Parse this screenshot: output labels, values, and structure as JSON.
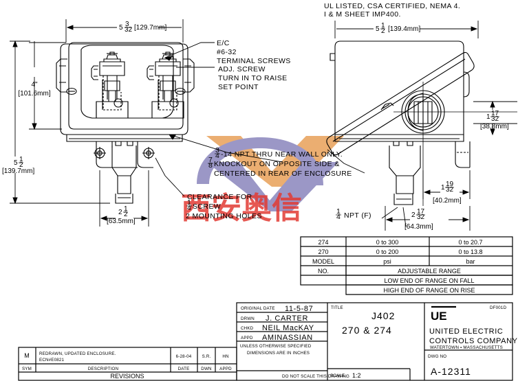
{
  "drawing": {
    "title_main": "J402",
    "title_sub": "270 & 274",
    "dwg_no_label": "DWG NO",
    "dwg_no": "A-12311",
    "form_code": "DF001D",
    "scale_label": "SCALE",
    "scale_value": "1:2",
    "do_not_scale": "DO NOT SCALE THIS DRAWING"
  },
  "company": {
    "logo": "UE",
    "line1": "UNITED ELECTRIC",
    "line2": "CONTROLS COMPANY",
    "line3": "WATERTOWN ▪ MASSACHUSETTS"
  },
  "titleblock": {
    "original_date_label": "ORIGINAL DATE",
    "original_date": "11-5-87",
    "drwn_label": "DRWN",
    "drwn": "J. CARTER",
    "chkd_label": "CHKD",
    "chkd": "NEIL MacKAY",
    "appd_label": "APPD",
    "appd": "AMINASSIAN",
    "title_label": "TITLE",
    "spec_line1": "UNLESS OTHERWISE SPECIFIED",
    "spec_line2": "DIMENSIONS ARE IN INCHES"
  },
  "revisions": {
    "heading": "REVISIONS",
    "columns": [
      "SYM",
      "DESCRIPTION",
      "DATE",
      "DWN",
      "APPD"
    ],
    "rows": [
      {
        "sym": "M",
        "description_line1": "REDRAWN, UPDATED ENCLOSURE.",
        "description_line2": "ECN#E0821",
        "date": "6-28-04",
        "dwn": "S.R.",
        "appd": "HN"
      }
    ]
  },
  "range_table": {
    "rows": [
      {
        "model": "274",
        "psi": "0 to 300",
        "bar": "0 to 20.7"
      },
      {
        "model": "270",
        "psi": "0 to 200",
        "bar": "0 to 13.8"
      }
    ],
    "unit_psi": "psi",
    "unit_bar": "bar",
    "model_label_line1": "MODEL",
    "model_label_line2": "NO.",
    "adjustable_range": "ADJUSTABLE RANGE",
    "note_fall": "LOW END OF RANGE ON FALL",
    "note_rise": "HIGH END OF RANGE ON RISE"
  },
  "annotations": {
    "certification_line1": "UL LISTED, CSA CERTIFIED, NEMA 4.",
    "certification_line2": "I & M SHEET IMP400.",
    "terminal_line1": "E/C",
    "terminal_line2": "#6-32",
    "terminal_line3": "TERMINAL SCREWS",
    "adj_line1": "ADJ. SCREW",
    "adj_line2": "TURN IN TO RAISE",
    "adj_line3": "SET POINT",
    "npt_line1_whole": "",
    "npt_line1_num": "3",
    "npt_line1_den": "4",
    "npt_line1_rest": "-14 NPT THRU NEAR WALL ONLY.",
    "npt_line2_num": "7",
    "npt_line2_den": "8",
    "npt_line2_rest": " KNOCKOUT ON OPPOSITE SIDE &",
    "npt_line3": "CENTERED IN REAR OF ENCLOSURE",
    "clearance_line1": "CLEARANCE FOR",
    "clearance_line2_num": "1",
    "clearance_line2_den": "4",
    "clearance_line2_rest": " SCREW",
    "clearance_line3": "2 MOUNTING HOLES",
    "npt_f": "NPT (F)",
    "npt_f_num": "1",
    "npt_f_den": "4"
  },
  "dimensions": {
    "front_width": {
      "whole": "5",
      "num": "3",
      "den": "32",
      "mm": "[129.7mm]"
    },
    "front_height_inner": {
      "whole": "4\"",
      "num": "",
      "den": "",
      "mm": "[101.6mm]"
    },
    "front_height_outer": {
      "whole": "5",
      "num": "1",
      "den": "2",
      "mm": "[139.7mm]"
    },
    "front_mount_span": {
      "whole": "2",
      "num": "1",
      "den": "2",
      "mm": "[63.5mm]"
    },
    "side_width": {
      "whole": "5",
      "num": "1",
      "den": "2",
      "mm": "[139.4mm]"
    },
    "side_port_height": {
      "whole": "1",
      "num": "17",
      "den": "32",
      "mm": "[38.8mm]"
    },
    "side_offset": {
      "whole": "1",
      "num": "19",
      "den": "32",
      "mm": "[40.2mm]"
    },
    "side_depth": {
      "whole": "2",
      "num": "17",
      "den": "32",
      "mm": "[64.3mm]"
    }
  },
  "watermark": {
    "text_cn": "西安奥信",
    "color_red": "#e23b34",
    "color_orange": "#e8a159",
    "color_purple": "#8a86bd"
  }
}
